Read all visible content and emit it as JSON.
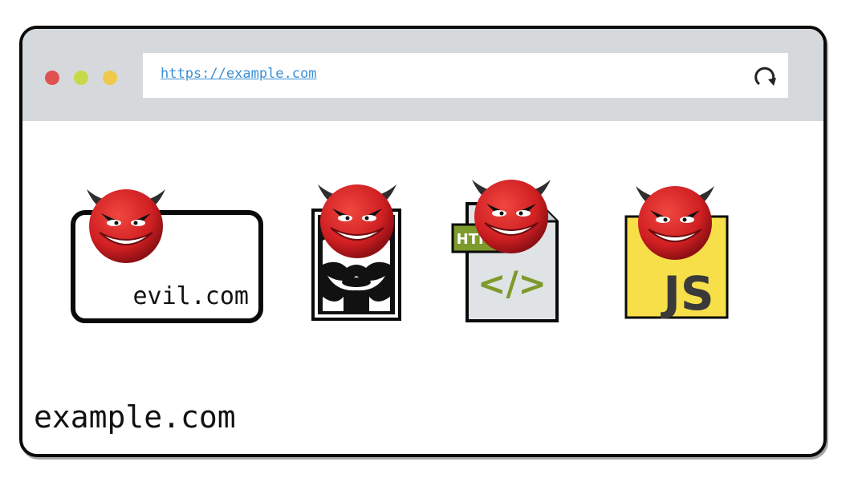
{
  "browser": {
    "url": "https://example.com",
    "url_color": "#3a8fd6",
    "traffic_lights": [
      "#e05252",
      "#c8d948",
      "#f0c94a"
    ],
    "reload_icon": "reload-icon"
  },
  "page": {
    "origin_label": "example.com"
  },
  "resources": [
    {
      "kind": "iframe",
      "icon": "iframe-frame-icon",
      "label": "evil.com",
      "badge": "devil-icon"
    },
    {
      "kind": "image",
      "icon": "image-file-icon",
      "badge": "devil-icon"
    },
    {
      "kind": "html",
      "icon": "html-file-icon",
      "tag_text": "HTML",
      "code_text": "</>",
      "badge": "devil-icon"
    },
    {
      "kind": "script",
      "icon": "javascript-file-icon",
      "label": "JS",
      "badge": "devil-icon"
    }
  ],
  "colors": {
    "toolbar": "#d5d9dc",
    "devil_red": "#d8232a",
    "js_yellow": "#f7df4a",
    "html_green": "#7d9b2c"
  }
}
